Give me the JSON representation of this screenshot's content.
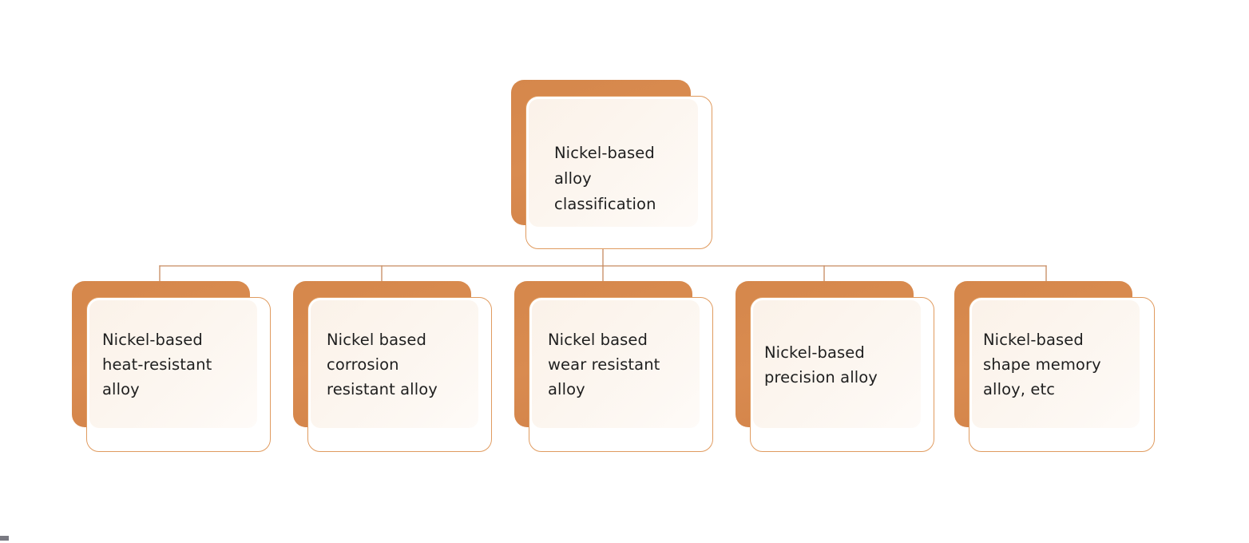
{
  "diagram": {
    "type": "hierarchy-tree",
    "orientation": "top-down",
    "levels": 2,
    "colors": {
      "shadow": "#d98b50",
      "card_border": "#e09b5f",
      "card_fill": "#ffffff",
      "inner_fill": "#fbf2e9",
      "connector": "#c78a5f",
      "text": "#1f1f1f",
      "background": "#ffffff"
    },
    "root": {
      "id": "root",
      "label": "Nickel-based\nalloy classification",
      "lines": [
        "Nickel-based",
        "alloy classification"
      ]
    },
    "children": [
      {
        "id": "child-1",
        "label": "Nickel-based\nheat-resistant\nalloy",
        "lines": [
          "Nickel-based",
          "heat-resistant",
          "alloy"
        ]
      },
      {
        "id": "child-2",
        "label": "Nickel based\ncorrosion\nresistant alloy",
        "lines": [
          "Nickel based",
          "corrosion",
          "resistant alloy"
        ]
      },
      {
        "id": "child-3",
        "label": "Nickel based\nwear resistant\nalloy",
        "lines": [
          "Nickel based",
          "wear resistant",
          "alloy"
        ]
      },
      {
        "id": "child-4",
        "label": "Nickel-based\nprecision alloy",
        "lines": [
          "Nickel-based",
          "precision alloy"
        ]
      },
      {
        "id": "child-5",
        "label": "Nickel-based\nshape memory\nalloy, etc",
        "lines": [
          "Nickel-based",
          "shape memory",
          "alloy, etc"
        ]
      }
    ]
  }
}
